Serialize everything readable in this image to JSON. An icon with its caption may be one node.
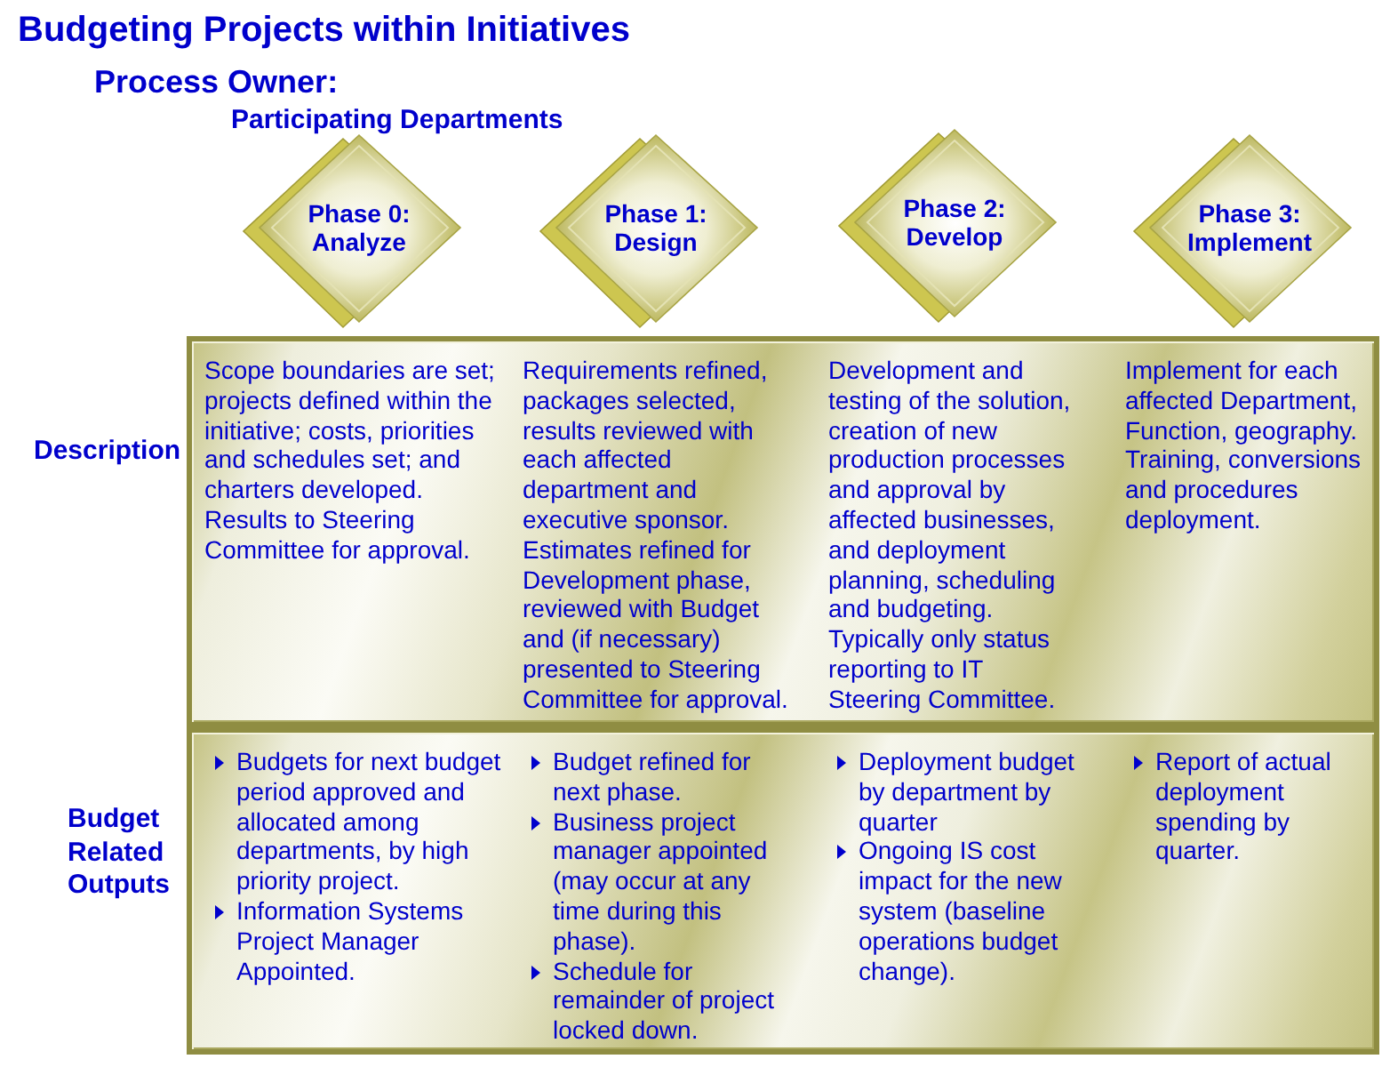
{
  "diagram": {
    "title": "Budgeting Projects within Initiatives",
    "nodes": [
      {
        "text": [
          "Phase 0: Analyze"
        ]
      },
      {
        "text": [
          "Phase 1: Design"
        ]
      },
      {
        "text": [
          "Phase 2: Develop"
        ]
      },
      {
        "text": [
          "Phase 3: Implement"
        ]
      },
      {
        "text": [
          "Description",
          "Scope boundaries are set; projects defined within the initiative; costs, priorities and schedules set; and charters developed. Results to Steering Committee for approval.",
          "Requirements refined, packages selected, results reviewed with each affected department and executive sponsor. Estimates refined for Development phase, reviewed with Budget and (if necessary) presented to Steering Committee for approval.",
          "Development and testing of the solution, creation of new production processes and approval by affected businesses, and deployment planning, scheduling and budgeting. Typically only status reporting to IT Steering Committee.",
          "Implement for each affected Department, Function, geography. Training, conversions and procedures deployment."
        ]
      },
      {
        "text": [
          "Budget Related Outputs",
          "Budgets for next budget period approved and allocated among departments, by high priority project.",
          "Information Systems Project Manager Appointed.",
          "Budget refined for next phase.",
          "Business project manager appointed (may occur at any time during this phase).",
          "Schedule for remainder of project locked down.",
          "Deployment budget by department by quarter",
          "Ongoing IS cost impact for the new system (baseline operations budget change).",
          "Report of actual deployment spending by quarter."
        ]
      }
    ],
    "labels": [
      "Process Owner:",
      "Participating Departments"
    ]
  }
}
